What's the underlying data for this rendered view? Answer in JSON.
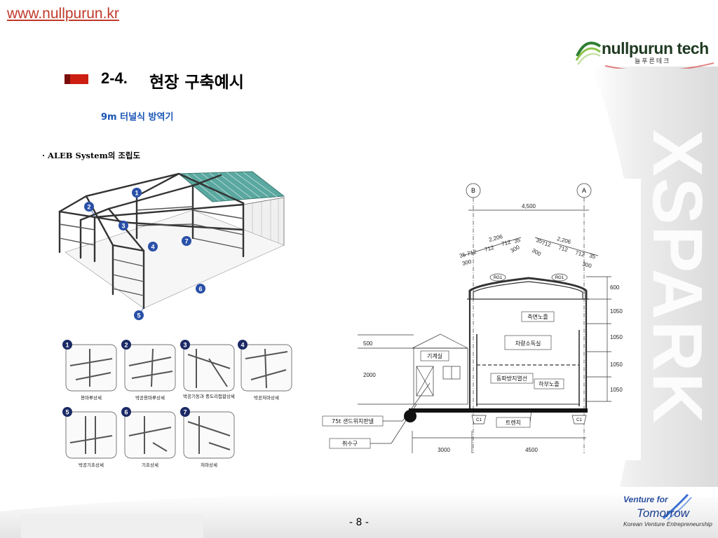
{
  "header": {
    "site_link": "www.nullpurun.kr",
    "logo_name": "nullpurun tech",
    "logo_sub": "늘푸른테크",
    "watermark": "XSPARK"
  },
  "slide": {
    "section_number": "2-4.",
    "section_title": "현장 구축예시",
    "subtitle": "9m 터널식 방역기",
    "aleb_caption": "ALEB System의 조립도"
  },
  "iso_markers": [
    "1",
    "2",
    "3",
    "4",
    "5",
    "6",
    "7"
  ],
  "details": [
    {
      "num": "1",
      "caption": "용마루상세"
    },
    {
      "num": "2",
      "caption": "박공용마루상세"
    },
    {
      "num": "3",
      "caption": "박공기둥과 중도리접합상세"
    },
    {
      "num": "4",
      "caption": "박공처마상세"
    },
    {
      "num": "5",
      "caption": "박공기초상세"
    },
    {
      "num": "6",
      "caption": "기초상세"
    },
    {
      "num": "7",
      "caption": "처마상세"
    }
  ],
  "section_drawing": {
    "grid_b": "B",
    "grid_a": "A",
    "top_span": "4,500",
    "arch_left_span": "2,206",
    "arch_right_span": "2,206",
    "arch_left_segments": [
      "35",
      "712",
      "712",
      "712",
      "35"
    ],
    "arch_right_segments": [
      "35",
      "712",
      "712",
      "712",
      "35"
    ],
    "arch_left_rise": "300",
    "arch_right_rise": "300",
    "arch_left_small": "300",
    "arch_right_small": "300",
    "rg_left": "RG1",
    "rg_right": "RG1",
    "heights_right": [
      "600",
      "1050",
      "1050",
      "1050",
      "1050"
    ],
    "heights_left": [
      "500",
      "2000"
    ],
    "room_machine": "기계실",
    "room_disinfection": "차량소독실",
    "label_side_nozzle": "측면노즐",
    "label_freeze_wire": "동파방지열선",
    "label_bottom_nozzle": "하부노즐",
    "label_panel": "75t 샌드위치판넬",
    "label_drain": "취수구",
    "label_trench": "트렌치",
    "c1_left": "C1",
    "c1_right": "C1",
    "bottom_left_span": "3000",
    "bottom_right_span": "4500"
  },
  "footer": {
    "page_number": "- 8 -",
    "venture_line1": "Venture for",
    "venture_line2": "Tomorrow",
    "venture_line3": "Korean Venture Entrepreneurship"
  },
  "colors": {
    "link": "#c0392b",
    "subtitle_blue": "#1a55b5",
    "marker_red": "#cc1f12",
    "marker_dark": "#7a0c0a",
    "badge_blue": "#2950a8",
    "roof_teal": "#5aa8a0"
  }
}
